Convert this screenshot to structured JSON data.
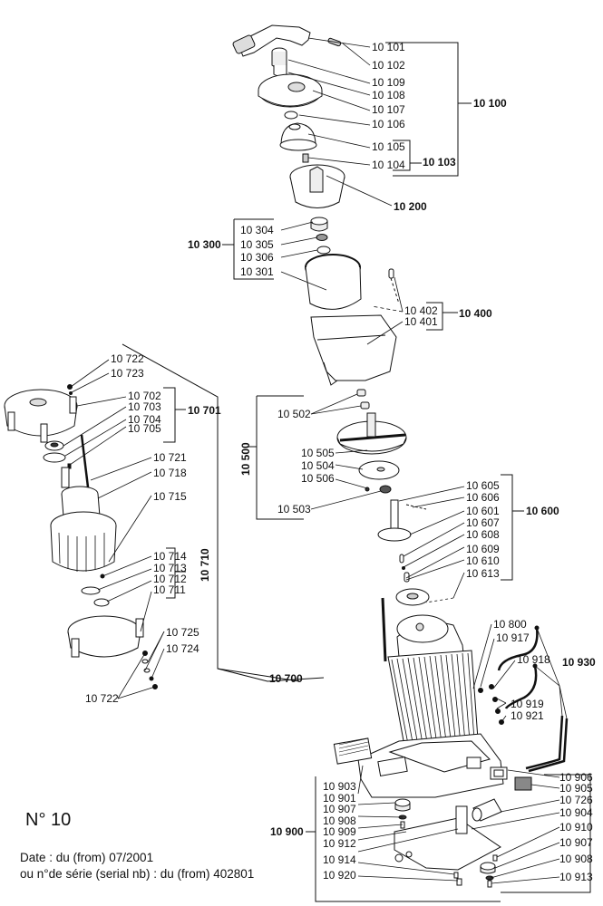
{
  "sheet": {
    "title": "N° 10",
    "date_line": "Date : du (from) 07/2001",
    "serial_line": "ou n°de série (serial nb) : du (from) 402801"
  },
  "groups": {
    "g10100": "10 100",
    "g10103": "10 103",
    "g10200": "10 200",
    "g10300": "10 300",
    "g10400": "10 400",
    "g10500": "10 500",
    "g10600": "10 600",
    "g10700": "10 700",
    "g10701": "10 701",
    "g10710": "10 710",
    "g10900": "10 900",
    "g10930": "10 930"
  },
  "labels": {
    "p10101": "10 101",
    "p10102": "10 102",
    "p10109": "10 109",
    "p10108": "10 108",
    "p10107": "10 107",
    "p10106": "10 106",
    "p10105": "10 105",
    "p10104": "10 104",
    "p10304": "10 304",
    "p10305": "10 305",
    "p10306": "10 306",
    "p10301": "10 301",
    "p10402": "10 402",
    "p10401": "10 401",
    "p10502": "10 502",
    "p10505": "10 505",
    "p10504": "10 504",
    "p10506": "10 506",
    "p10503": "10 503",
    "p10605": "10 605",
    "p10606": "10 606",
    "p10601": "10 601",
    "p10607": "10 607",
    "p10608": "10 608",
    "p10609": "10 609",
    "p10610": "10 610",
    "p10613": "10 613",
    "p10722a": "10 722",
    "p10723": "10 723",
    "p10702": "10 702",
    "p10703": "10 703",
    "p10704": "10 704",
    "p10705": "10 705",
    "p10721": "10 721",
    "p10718": "10 718",
    "p10715": "10 715",
    "p10714": "10 714",
    "p10713": "10 713",
    "p10712": "10 712",
    "p10711": "10 711",
    "p10725": "10 725",
    "p10724": "10 724",
    "p10722b": "10 722",
    "p10800": "10 800",
    "p10917": "10 917",
    "p10918": "10 918",
    "p10919": "10 919",
    "p10921": "10 921",
    "p10903": "10 903",
    "p10901": "10 901",
    "p10907a": "10 907",
    "p10908a": "10 908",
    "p10909": "10 909",
    "p10912": "10 912",
    "p10914": "10 914",
    "p10920": "10 920",
    "p10906": "10 906",
    "p10905": "10 905",
    "p10726": "10 726",
    "p10904": "10 904",
    "p10910": "10 910",
    "p10907b": "10 907",
    "p10908b": "10 908",
    "p10913": "10 913"
  }
}
